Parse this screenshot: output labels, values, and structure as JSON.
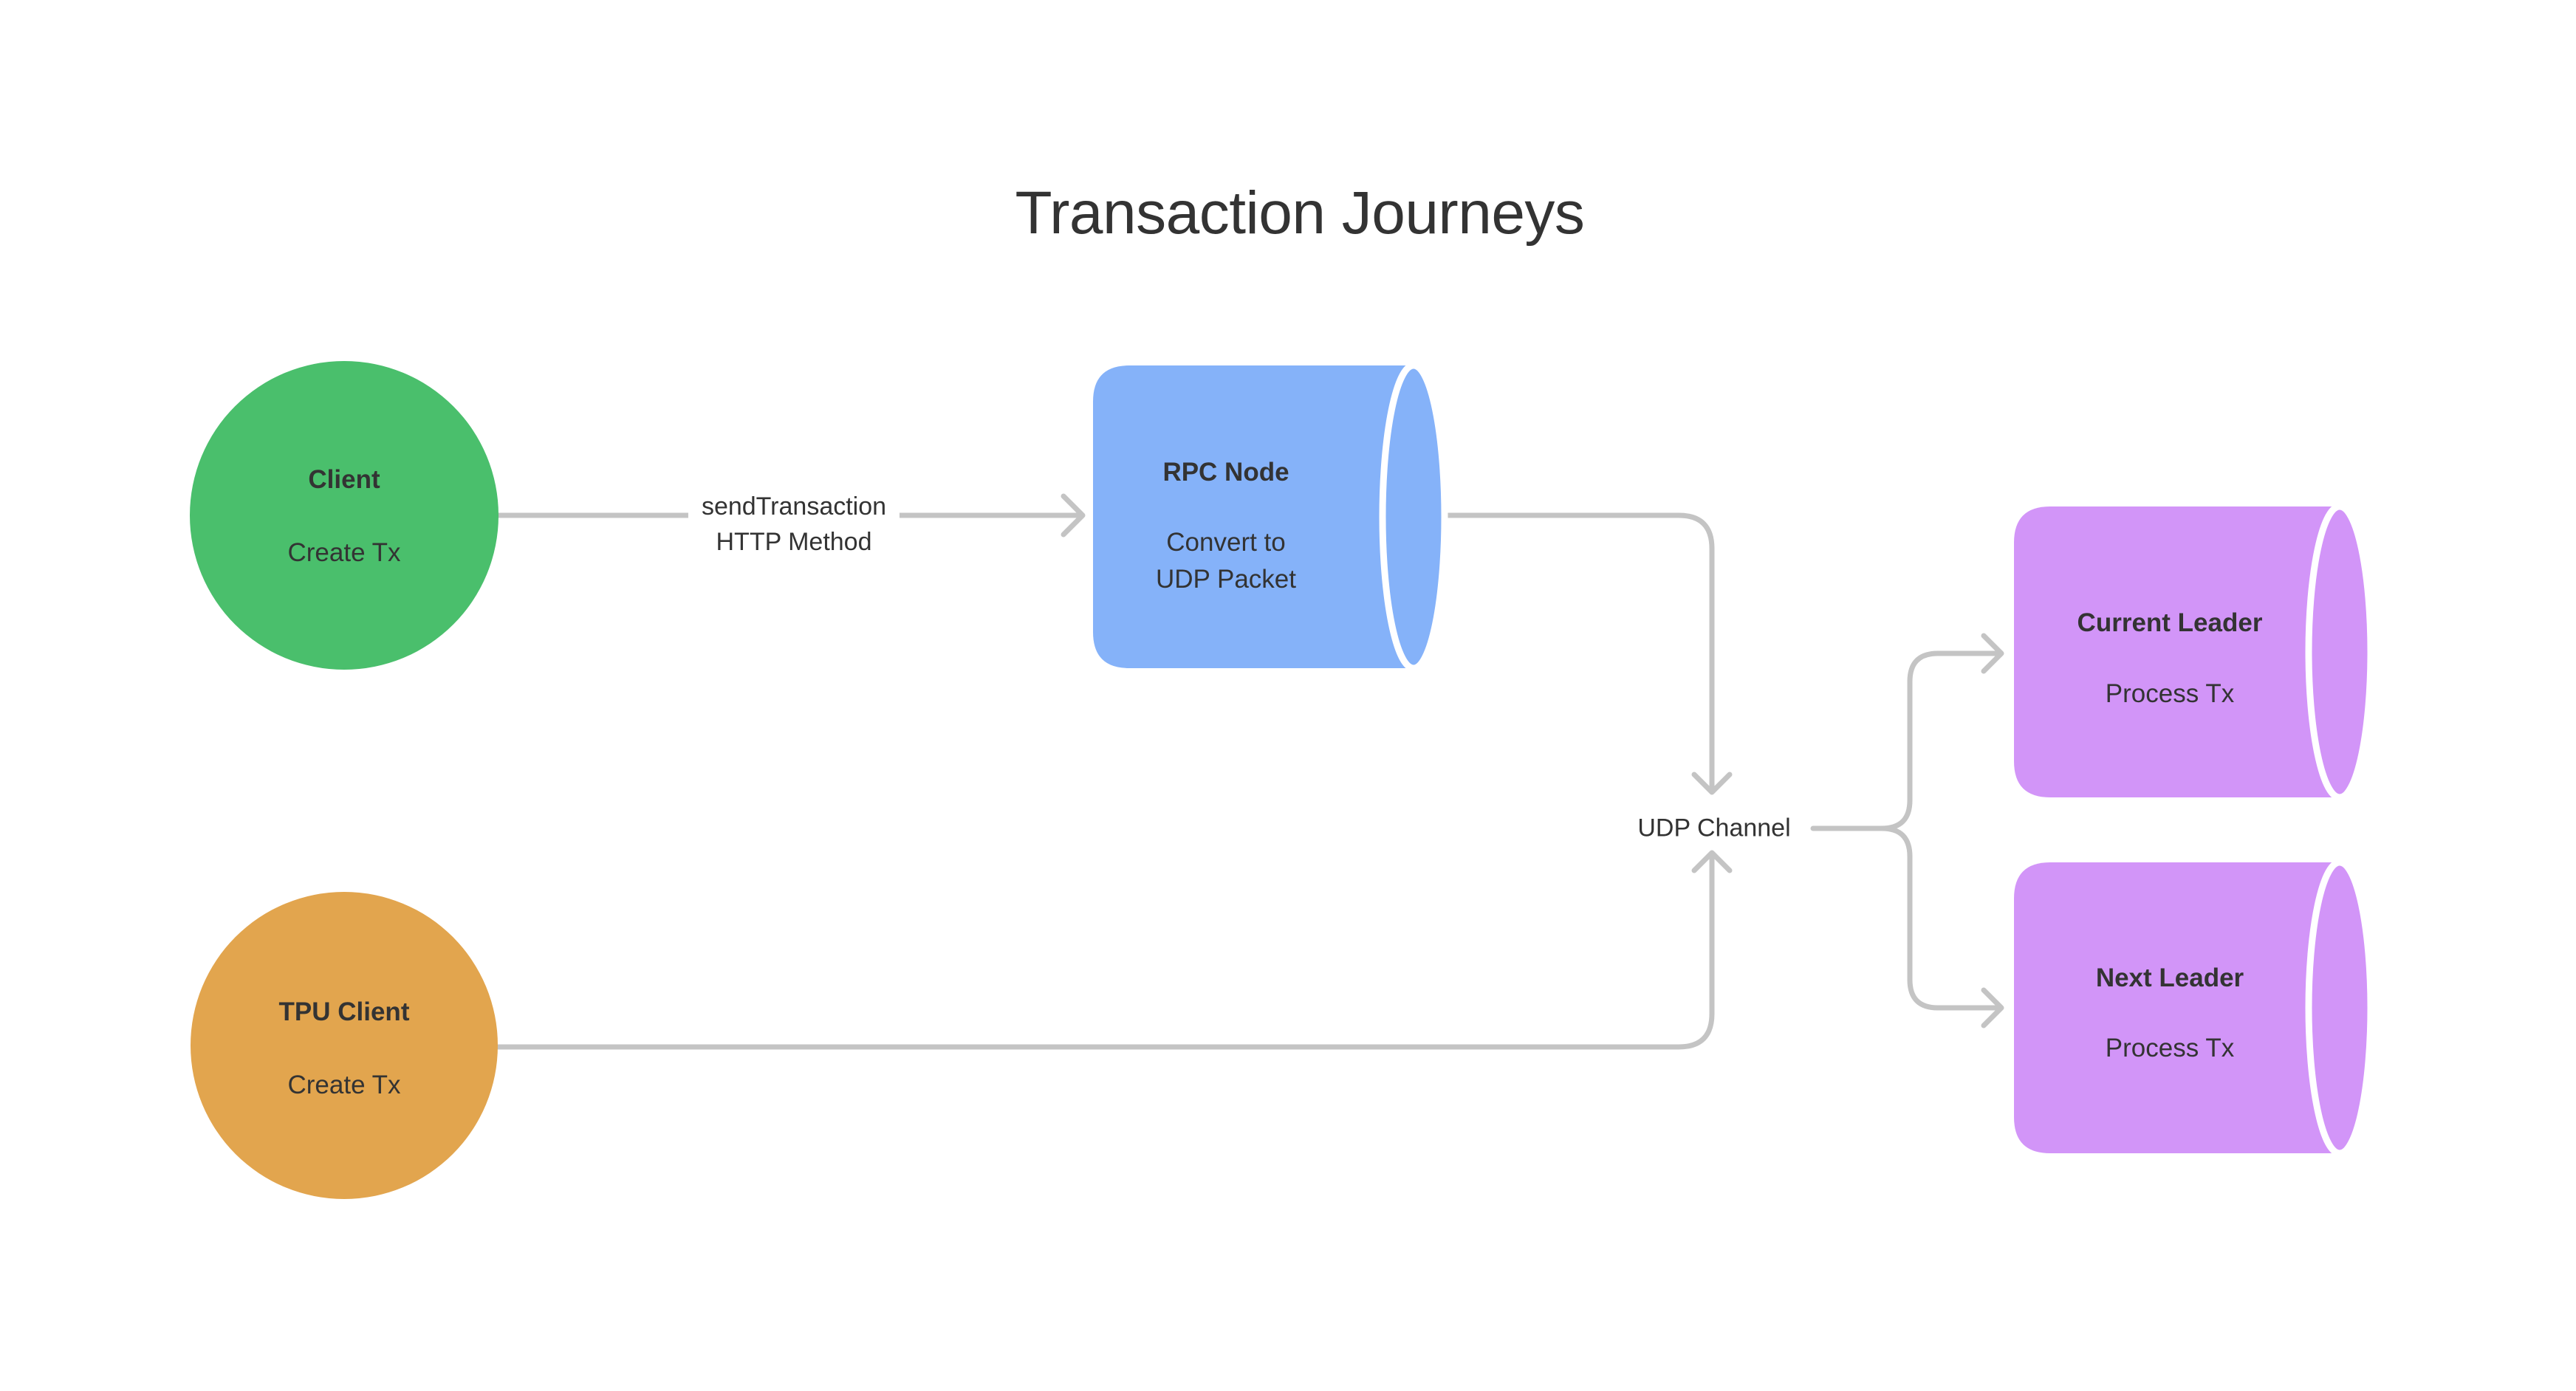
{
  "title": {
    "text": "Transaction Journeys"
  },
  "nodes": {
    "client": {
      "title": "Client",
      "subtitle": "Create Tx"
    },
    "tpu_client": {
      "title": "TPU Client",
      "subtitle": "Create Tx"
    },
    "rpc_node": {
      "title": "RPC Node",
      "subtitle_line1": "Convert to",
      "subtitle_line2": "UDP Packet"
    },
    "current_leader": {
      "title": "Current Leader",
      "subtitle": "Process Tx"
    },
    "next_leader": {
      "title": "Next Leader",
      "subtitle": "Process Tx"
    }
  },
  "edges": {
    "send_transaction": {
      "label_line1": "sendTransaction",
      "label_line2": "HTTP Method"
    },
    "udp_channel": {
      "label": "UDP Channel"
    }
  },
  "colors": {
    "client_fill": "#4ABF6C",
    "tpu_client_fill": "#E2A54E",
    "rpc_node_fill": "#85B2F9",
    "leader_fill": "#D295F8",
    "connector": "#C4C4C4",
    "text": "#333333",
    "background": "#FFFFFF"
  }
}
